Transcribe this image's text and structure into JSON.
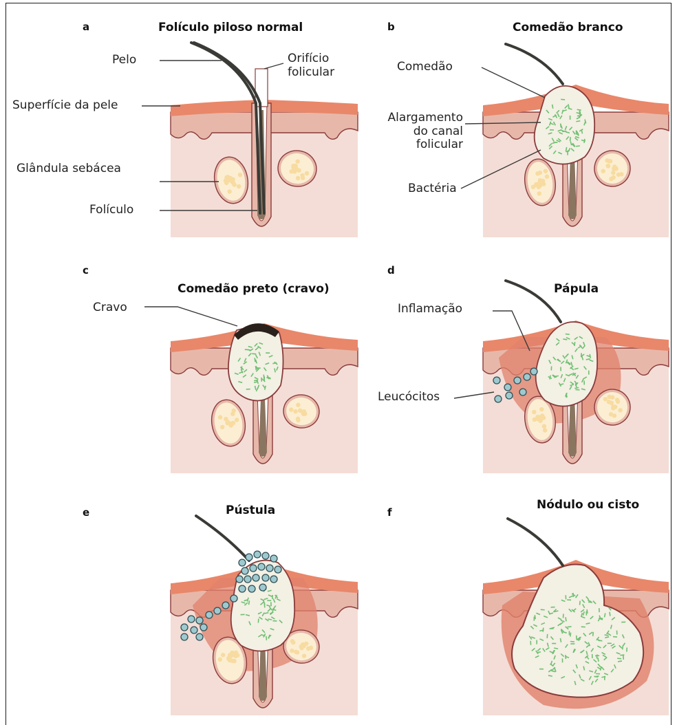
{
  "panels": [
    {
      "letter": "a",
      "title": "Folículo piloso normal",
      "labels": {
        "hair": "Pelo",
        "orifice": "Orifício folicular",
        "surface": "Superfície da pele",
        "gland": "Glândula sebácea",
        "follicle": "Folículo"
      }
    },
    {
      "letter": "b",
      "title": "Comedão branco",
      "labels": {
        "comedo": "Comedão",
        "widening": "Alargamento do canal folicular",
        "bacteria": "Bactéria"
      }
    },
    {
      "letter": "c",
      "title": "Comedão preto (cravo)",
      "labels": {
        "blackhead": "Cravo"
      }
    },
    {
      "letter": "d",
      "title": "Pápula",
      "labels": {
        "inflammation": "Inflamação",
        "leukocytes": "Leucócitos"
      }
    },
    {
      "letter": "e",
      "title": "Pústula",
      "labels": {}
    },
    {
      "letter": "f",
      "title": "Nódulo ou cisto",
      "labels": {}
    }
  ],
  "colors": {
    "epidermis": "#e9876a",
    "dermis_upper": "#e7b8aa",
    "dermis": "#f4ddd6",
    "outline": "#8a3b3b",
    "gland_fill": "#fbeed3",
    "gland_dots": "#f7dba0",
    "hair": "#3a3a36",
    "sebum": "#8a7660",
    "comedo_fill": "#f3f0e4",
    "bacteria": "#6fbf73",
    "inflammation": "#e0826c",
    "leukocyte": "#9ec9cf",
    "blackhead": "#2a211d"
  }
}
